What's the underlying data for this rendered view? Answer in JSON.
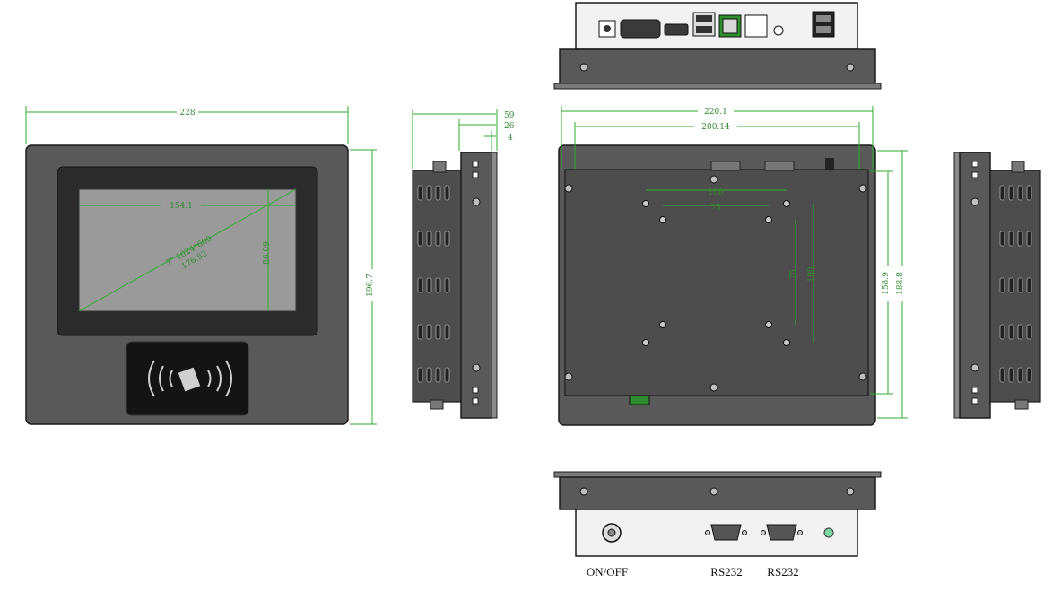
{
  "dimensions": {
    "front_width": "228",
    "front_height": "196.7",
    "screen_width": "154.1",
    "screen_height": "86.09",
    "screen_diag_line1": "7\" 1024*600",
    "screen_diag_line2": "176.52",
    "side_depth_total": "59",
    "side_depth_body": "26",
    "side_depth_panel": "4",
    "back_width_outer": "220.1",
    "back_width_inner": "200.14",
    "back_height_inner": "158.9",
    "back_height_outer": "188.8",
    "vesa_outer": "100",
    "vesa_inner": "75",
    "vesa_v_inner": "75",
    "vesa_v_outer": "100"
  },
  "labels": {
    "power": "ON/OFF",
    "serial1": "RS232",
    "serial2": "RS232"
  },
  "colors": {
    "dimension_line": "#2fae2f",
    "housing": "#595959",
    "outline": "#1c1c1c"
  }
}
